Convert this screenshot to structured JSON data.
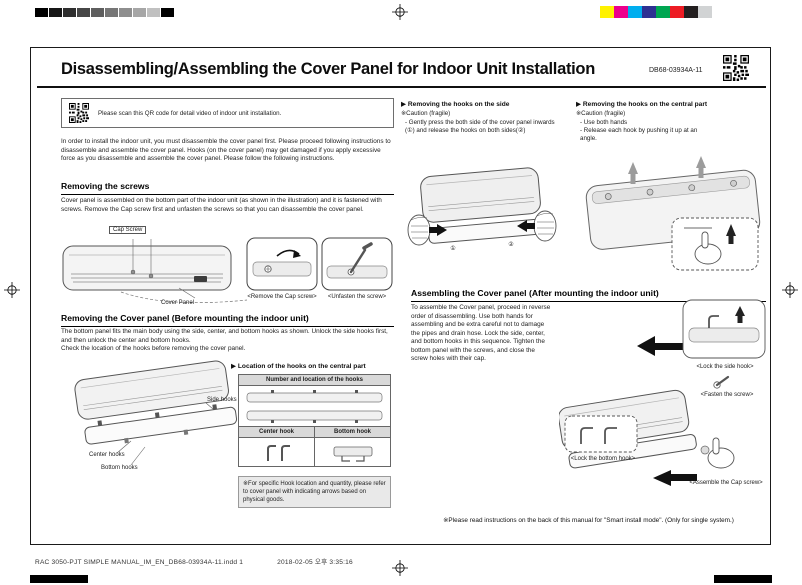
{
  "print_marks": {
    "gray_bar": [
      "#000000",
      "#161616",
      "#2e2e2e",
      "#464646",
      "#5e5e5e",
      "#767676",
      "#8e8e8e",
      "#a6a6a6",
      "#c0c0c0",
      "#000000"
    ],
    "color_bar": [
      "#fff200",
      "#ec008c",
      "#00aeef",
      "#2e3192",
      "#00a651",
      "#ed1c24",
      "#231f20",
      "#d1d3d4"
    ]
  },
  "header": {
    "title": "Disassembling/Assembling the Cover Panel for Indoor Unit Installation",
    "doc_number": "DB68-03934A-11"
  },
  "qr_box": {
    "text": "Please scan this QR code for detail video of indoor unit installation."
  },
  "intro": "In order to install the indoor unit, you must disassemble the cover panel first. Please proceed following instructions to disassemble and assemble the cover panel. Hooks (on the cover panel) may get damaged if you apply excessive force as you disassemble and assemble the cover panel. Please follow the following instructions.",
  "removing_screws": {
    "heading": "Removing the screws",
    "body": "Cover panel is assembled on the bottom part of the indoor unit (as shown in the illustration) and it is fastened with screws. Remove the Cap screw first and unfasten the screws so that you can disassemble the cover panel.",
    "cap_screw_label": "Cap Screw",
    "cover_panel_label": "Cover Panel",
    "caption_remove_cap": "<Remove the Cap screw>",
    "caption_unfasten": "<Unfasten the screw>"
  },
  "removing_cover": {
    "heading": "Removing the Cover panel (Before mounting the indoor unit)",
    "body": "The bottom panel fits the main body using the side, center, and bottom hooks as shown. Unlock the side hooks first, and then unlock the center and bottom hooks.",
    "body2": "Check the location of the hooks before removing the cover panel.",
    "label_side": "Side hooks",
    "label_center": "Center hooks",
    "label_bottom": "Bottom hooks",
    "hook_location_title": "▶ Location of the hooks on the central part"
  },
  "hook_table": {
    "header_main": "Number and location of the hooks",
    "col_center": "Center hook",
    "col_bottom": "Bottom hook",
    "note": "※For specific Hook location and quantity, please refer to cover panel with indicating arrows based on physical goods."
  },
  "removing_side": {
    "title": "▶ Removing the hooks on the side",
    "caution": "※Caution (fragile)",
    "step": "- Gently press the both side of the cover panel inwards (①) and release the hooks on both sides(②)",
    "marker1": "①",
    "marker2": "②"
  },
  "removing_central": {
    "title": "▶ Removing the hooks on the central part",
    "caution": "※Caution (fragile)",
    "step1": "- Use both hands",
    "step2": "- Release each hook by pushing it up at  an angle."
  },
  "assembling": {
    "heading": "Assembling the Cover panel (After mounting the indoor unit)",
    "body": "To assemble the Cover panel, proceed in reverse order of disassembling. Use both hands for assembling and be extra careful not to damage the pipes and drain hose. Lock the side, center, and bottom hooks in this sequence. Tighten the bottom panel with the screws, and close the screw holes with their cap.",
    "caption_lock_side": "<Lock the side hook>",
    "caption_fasten": "<Fasten the screw>",
    "caption_lock_bottom": "<Lock the bottom hook>",
    "caption_cap": "<Assemble the Cap screw>",
    "note": "※Please read instructions on the back of this manual for \"Smart install mode\". (Only for single system.)"
  },
  "footer": {
    "left": "RAC 3050-PJT SIMPLE MANUAL_IM_EN_DB68-03934A-11.indd   1",
    "right": "2018-02-05   오후 3:35:16"
  }
}
